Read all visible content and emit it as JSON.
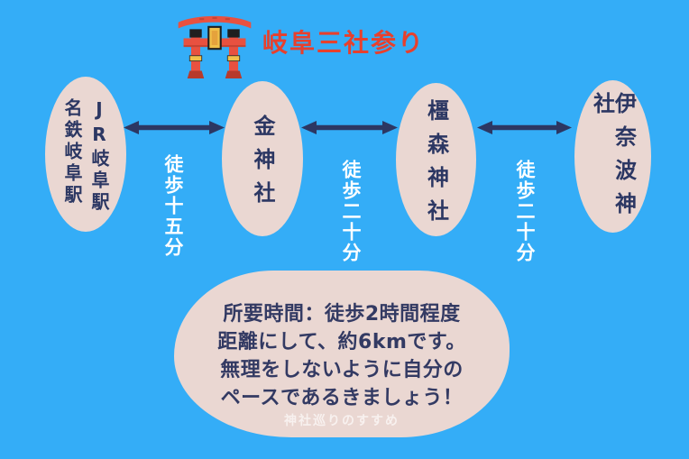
{
  "header": {
    "title": "岐阜三社参り"
  },
  "nodes": [
    {
      "type": "station",
      "lines": [
        "JR岐阜駅",
        "名鉄岐阜駅"
      ]
    },
    {
      "type": "shrine",
      "label": "金神社"
    },
    {
      "type": "shrine",
      "label": "橿森神社"
    },
    {
      "type": "shrine",
      "label": "伊奈波神社"
    }
  ],
  "edges": [
    {
      "label": "徒歩十五分"
    },
    {
      "label": "徒歩二十分"
    },
    {
      "label": "徒歩二十分"
    }
  ],
  "note": {
    "lines": [
      "所要時間：徒歩2時間程度",
      "距離にして、約6kmです。",
      "無理をしないように自分の",
      "ペースであるきましょう！"
    ]
  },
  "footer": {
    "watermark": "神社巡りのすすめ"
  },
  "colors": {
    "background": "#34adf7",
    "node_fill": "#ead7d2",
    "navy_text": "#2c3763",
    "title_red": "#e7402d",
    "torii_red": "#e85140",
    "torii_dark_red": "#b73a2c",
    "torii_yellow": "#f0c04a",
    "label_white": "#ffffff"
  }
}
